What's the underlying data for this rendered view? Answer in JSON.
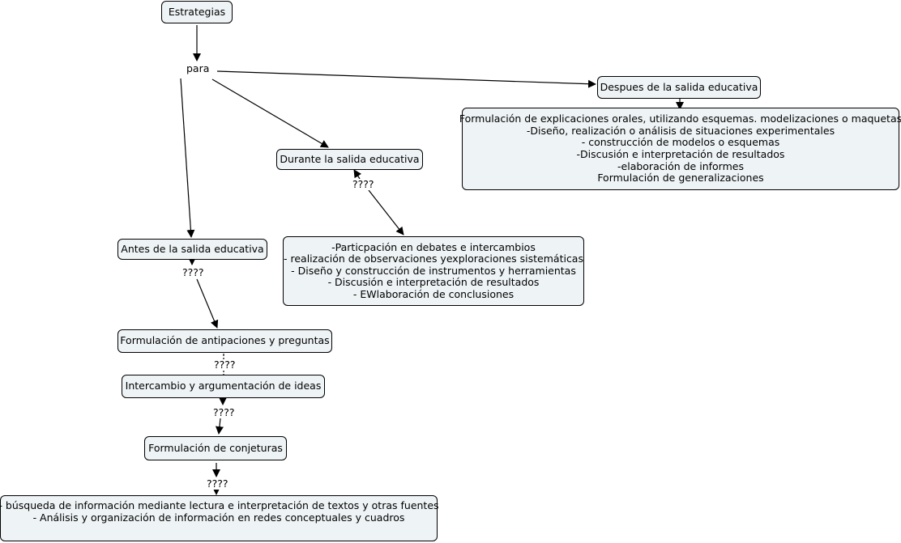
{
  "nodes": {
    "estrategias": "Estrategias",
    "despues": "Despues de la salida educativa",
    "durante": "Durante la salida educativa",
    "antes": "Antes de la salida educativa",
    "antipaciones": "Formulación de antipaciones y preguntas",
    "intercambio": "Intercambio y argumentación de ideas",
    "conjeturas": "Formulación de conjeturas",
    "despues_detalle": [
      "Formulación de explicaciones orales, utilizando esquemas. modelizaciones o maquetas",
      "-Diseño, realización o análisis de situaciones experimentales",
      "- construcción de modelos o esquemas",
      "-Discusión e interpretación de resultados",
      "-elaboración de informes",
      "Formulación de generalizaciones"
    ],
    "durante_detalle": [
      "-Particpación en debates e intercambios",
      "- realización de observaciones yexploraciones sistemáticas",
      "- Diseño y construcción de instrumentos y herramientas",
      "- Discusión e interpretación de resultados",
      "- EWlaboración de conclusiones"
    ],
    "busqueda_detalle": [
      "- búsqueda de información mediante lectura e interpretación de textos y otras fuentes",
      "- Análisis y organización de información en redes conceptuales y cuadros"
    ]
  },
  "links": {
    "para": "para",
    "q1": "????",
    "q2": "????",
    "q3": "????",
    "q4": "????",
    "q5": "????"
  }
}
